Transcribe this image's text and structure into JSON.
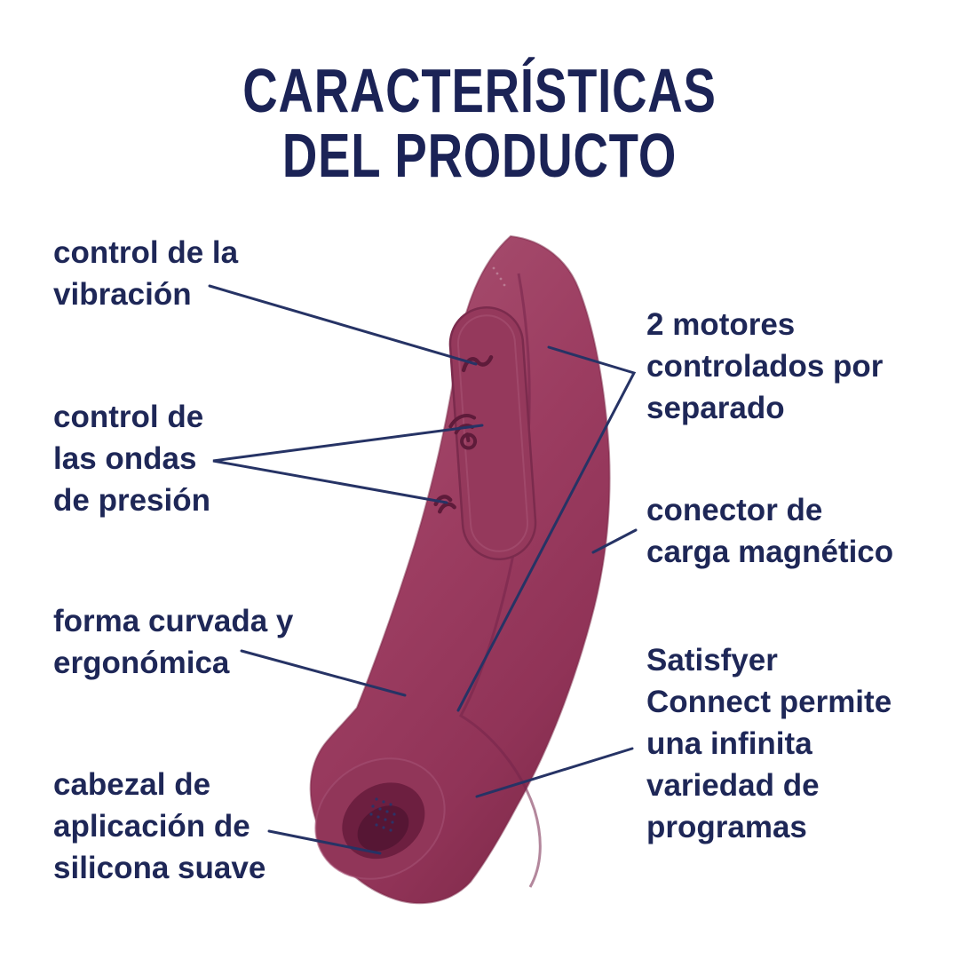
{
  "title": {
    "line1": "CARACTERÍSTICAS",
    "line2": "DEL PRODUCTO"
  },
  "features": {
    "left": [
      {
        "id": "vibration-control",
        "text": "control de la\nvibración"
      },
      {
        "id": "pressure-wave-control",
        "text": "control de\nlas ondas\nde presión"
      },
      {
        "id": "ergonomic-shape",
        "text": "forma curvada y\nergonómica"
      },
      {
        "id": "silicone-head",
        "text": "cabezal de\naplicación de\nsilicona suave"
      }
    ],
    "right": [
      {
        "id": "two-motors",
        "text": "2 motores\ncontrolados por\nseparado"
      },
      {
        "id": "magnetic-charger",
        "text": "conector de\ncarga magnético"
      },
      {
        "id": "satisfyer-connect",
        "text": "Satisfyer\nConnect permite\nuna infinita\nvariedad de\nprogramas"
      }
    ]
  },
  "product": {
    "description": "vibrador de ondas de presión color burdeos con panel de tres botones",
    "button_icons": [
      "vibration-wave-icon",
      "pressure-wave-power-icon",
      "pressure-wave-icon"
    ]
  },
  "colors": {
    "background": "#ffffff",
    "title_navy": "#1b2356",
    "label_navy": "#1e2757",
    "callout_line_navy": "#263365",
    "body_burgundy": "#9c3d61",
    "body_highlight": "#a85070",
    "body_shadow": "#7d2948",
    "opening_dark": "#561634"
  }
}
